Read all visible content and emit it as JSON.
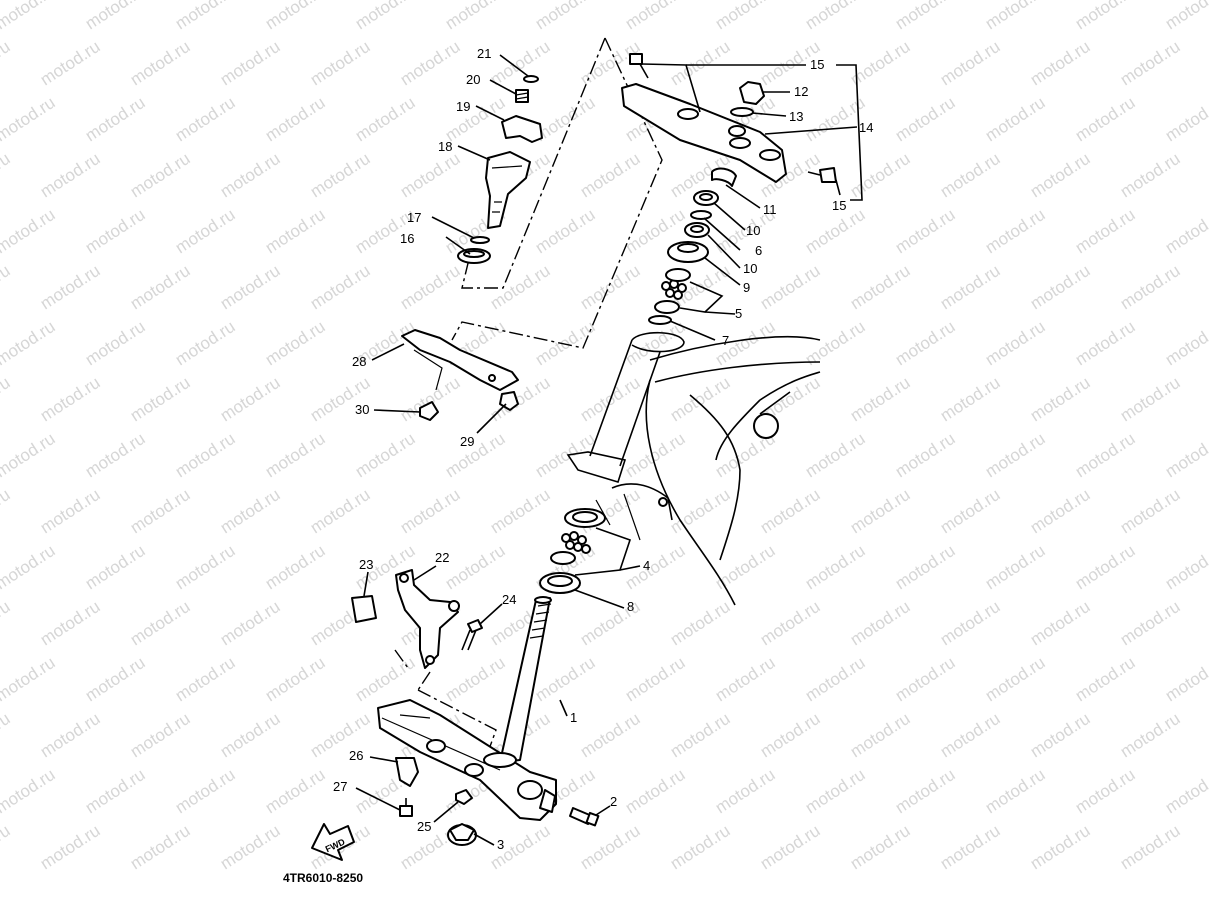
{
  "watermark": "motod.ru",
  "diagram_code": "4TR6010-8250",
  "fwd_label": "FWD",
  "callouts": {
    "c1": "1",
    "c2": "2",
    "c3": "3",
    "c4": "4",
    "c5": "5",
    "c6": "6",
    "c7": "7",
    "c8": "8",
    "c9": "9",
    "c10a": "10",
    "c10b": "10",
    "c11": "11",
    "c12": "12",
    "c13": "13",
    "c14": "14",
    "c15a": "15",
    "c15b": "15",
    "c16": "16",
    "c17": "17",
    "c18": "18",
    "c19": "19",
    "c20": "20",
    "c21": "21",
    "c22": "22",
    "c23": "23",
    "c24": "24",
    "c25": "25",
    "c26": "26",
    "c27": "27",
    "c28": "28",
    "c29": "29",
    "c30": "30"
  },
  "colors": {
    "ink": "#000000",
    "watermark": "#d6d6d6",
    "paper": "#ffffff"
  }
}
